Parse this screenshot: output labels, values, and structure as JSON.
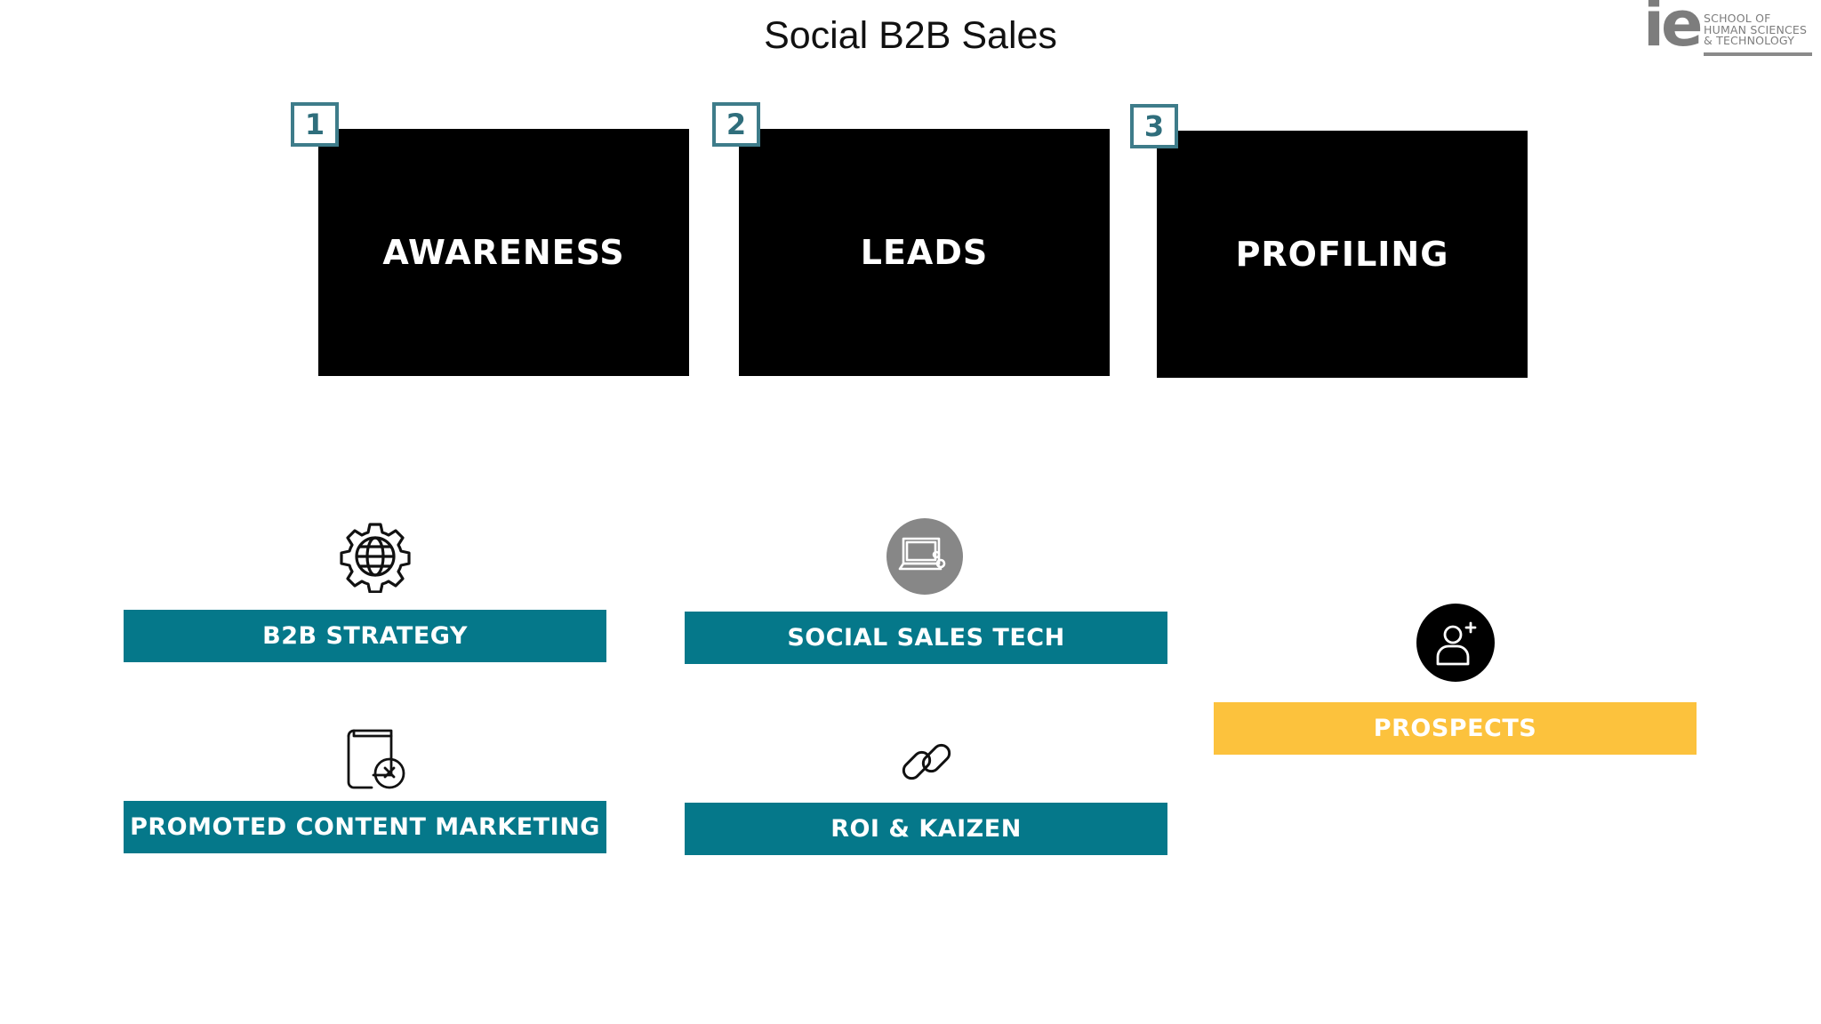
{
  "title": "Social B2B Sales",
  "logo": {
    "mark": "ie",
    "text": "SCHOOL OF HUMAN SCIENCES & TECHNOLOGY"
  },
  "stages": [
    {
      "number": "1",
      "label": "AWARENESS"
    },
    {
      "number": "2",
      "label": "LEADS"
    },
    {
      "number": "3",
      "label": "PROFILING"
    }
  ],
  "items": {
    "b2b_strategy": {
      "label": "B2B STRATEGY",
      "icon": "gear-globe-icon"
    },
    "promoted_content": {
      "label": "PROMOTED CONTENT MARKETING",
      "icon": "book-clock-icon"
    },
    "social_sales_tech": {
      "label": "SOCIAL SALES TECH",
      "icon": "computer-settings-icon"
    },
    "roi_kaizen": {
      "label": "ROI & KAIZEN",
      "icon": "chain-link-icon"
    },
    "prospects": {
      "label": "PROSPECTS",
      "icon": "add-user-icon"
    }
  },
  "colors": {
    "teal": "#05788a",
    "yellow": "#fcc23d",
    "card": "#000000",
    "number_border": "#3e7c8a"
  }
}
